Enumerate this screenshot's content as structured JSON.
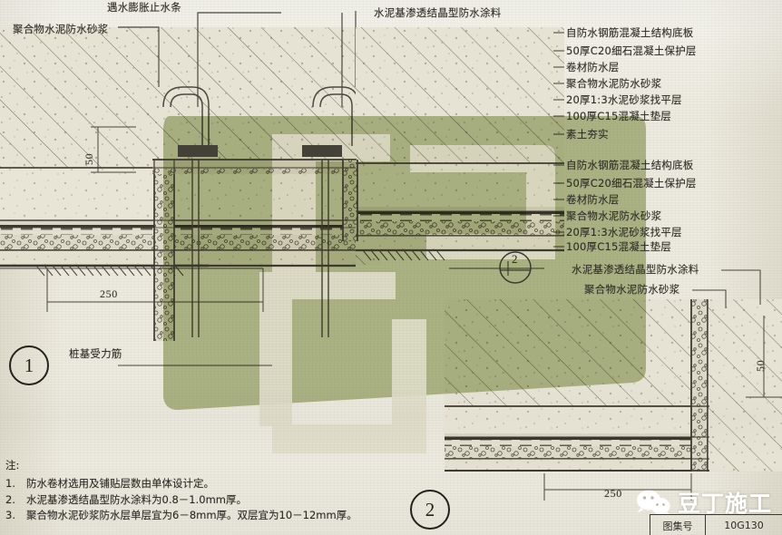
{
  "sheet": {
    "background_color": "#eceade",
    "ink_color": "#2e2c26",
    "watermark_color": "#9aa86a"
  },
  "top_labels": {
    "waterstop": "遇水膨胀止水条",
    "polymer_mortar_left": "聚合物水泥防水砂浆",
    "crystalline_coating_top": "水泥基渗透结晶型防水涂料"
  },
  "legend_group_1": [
    "自防水钢筋混凝土结构底板",
    "50厚C20细石混凝土保护层",
    "卷材防水层",
    "聚合物水泥防水砂浆",
    "20厚1:3水泥砂浆找平层",
    "100厚C15混凝土垫层",
    "素土夯实"
  ],
  "legend_group_2": [
    "自防水钢筋混凝土结构底板",
    "50厚C20细石混凝土保护层",
    "卷材防水层",
    "聚合物水泥防水砂浆",
    "20厚1:3水泥砂浆找平层",
    "100厚C15混凝土垫层"
  ],
  "legend_group_3": [
    "水泥基渗透结晶型防水涂料",
    "聚合物水泥防水砂浆"
  ],
  "pile_label": "桩基受力筋",
  "dimensions": {
    "left_vertical_50": "50",
    "left_horizontal_250": "250",
    "right_vertical_50": "50",
    "right_horizontal_250": "250"
  },
  "callouts": {
    "detail_1": "1",
    "detail_2": "2",
    "section_marker": "2"
  },
  "notes": {
    "heading": "注:",
    "items": [
      {
        "index": "1.",
        "text": "防水卷材选用及铺贴层数由单体设计定。"
      },
      {
        "index": "2.",
        "text": "水泥基渗透结晶型防水涂料为0.8－1.0mm厚。"
      },
      {
        "index": "3.",
        "text": "聚合物水泥砂浆防水层单层宜为6－8mm厚。双层宜为10－12mm厚。"
      }
    ]
  },
  "watermark": {
    "brand_text": "豆丁施工",
    "logo_name": "wechat-logo"
  },
  "title_block": {
    "key": "图集号",
    "value": "10G130"
  }
}
